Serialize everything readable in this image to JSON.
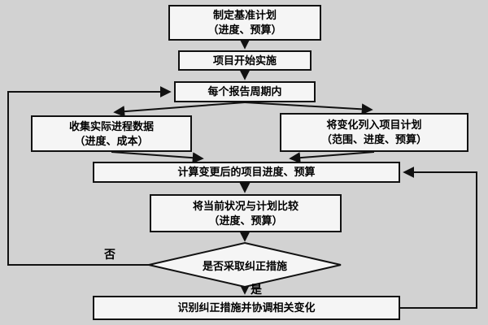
{
  "diagram": {
    "nodes": {
      "baseline": {
        "label": "制定基准计划\n（进度、预算）"
      },
      "start": {
        "label": "项目开始实施"
      },
      "cycle": {
        "label": "每个报告周期内"
      },
      "collect": {
        "label": "收集实际进程数据\n（进度、成本）"
      },
      "changes": {
        "label": "将变化列入项目计划\n（范围、进度、预算）"
      },
      "calc": {
        "label": "计算变更后的项目进度、预算"
      },
      "compare": {
        "label": "将当前状况与计划比较\n（进度、预算）"
      },
      "decision": {
        "label": "是否采取纠正措施"
      },
      "identify": {
        "label": "识别纠正措施并协调相关变化"
      }
    },
    "edge_labels": {
      "no": "否",
      "yes": "是"
    },
    "colors": {
      "background": "#d2d2d2",
      "node_fill": "#f5f5f5",
      "line": "#111111"
    }
  }
}
